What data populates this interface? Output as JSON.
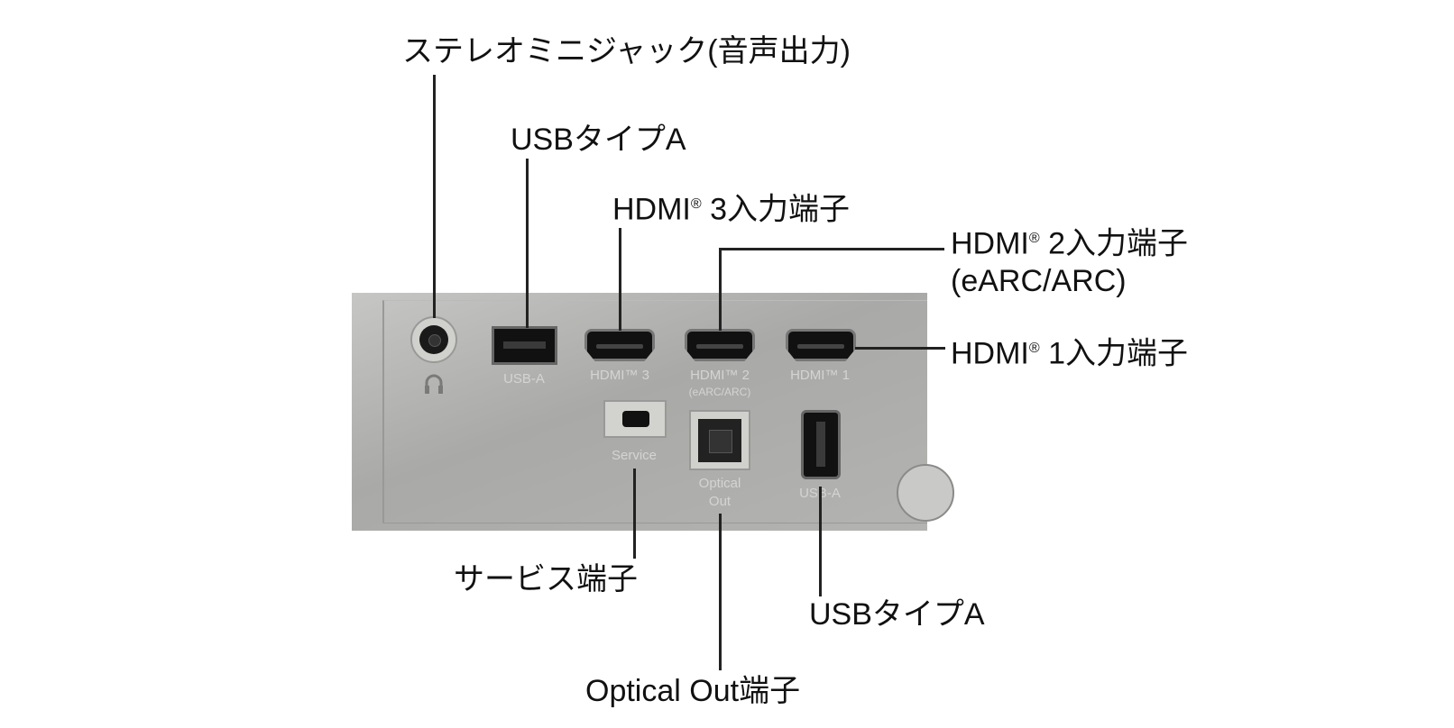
{
  "callouts": {
    "stereo_jack": "ステレオミニジャック(音声出力)",
    "usb_a_top": "USBタイプA",
    "hdmi3": "HDMI",
    "hdmi3_suffix": " 3入力端子",
    "hdmi2": "HDMI",
    "hdmi2_suffix": " 2入力端子",
    "hdmi2_sub": "(eARC/ARC)",
    "hdmi1": "HDMI",
    "hdmi1_suffix": " 1入力端子",
    "registered": "®",
    "service": "サービス端子",
    "optical_out": "Optical Out端子",
    "usb_a_bottom": "USBタイプA"
  },
  "panel_labels": {
    "usb_a": "USB-A",
    "hdmi3": "HDMI™ 3",
    "hdmi2": "HDMI™ 2",
    "hdmi2_sub": "(eARC/ARC)",
    "hdmi1": "HDMI™ 1",
    "service": "Service",
    "optical": "Optical",
    "out": "Out",
    "usb_a_2": "USB-A"
  }
}
